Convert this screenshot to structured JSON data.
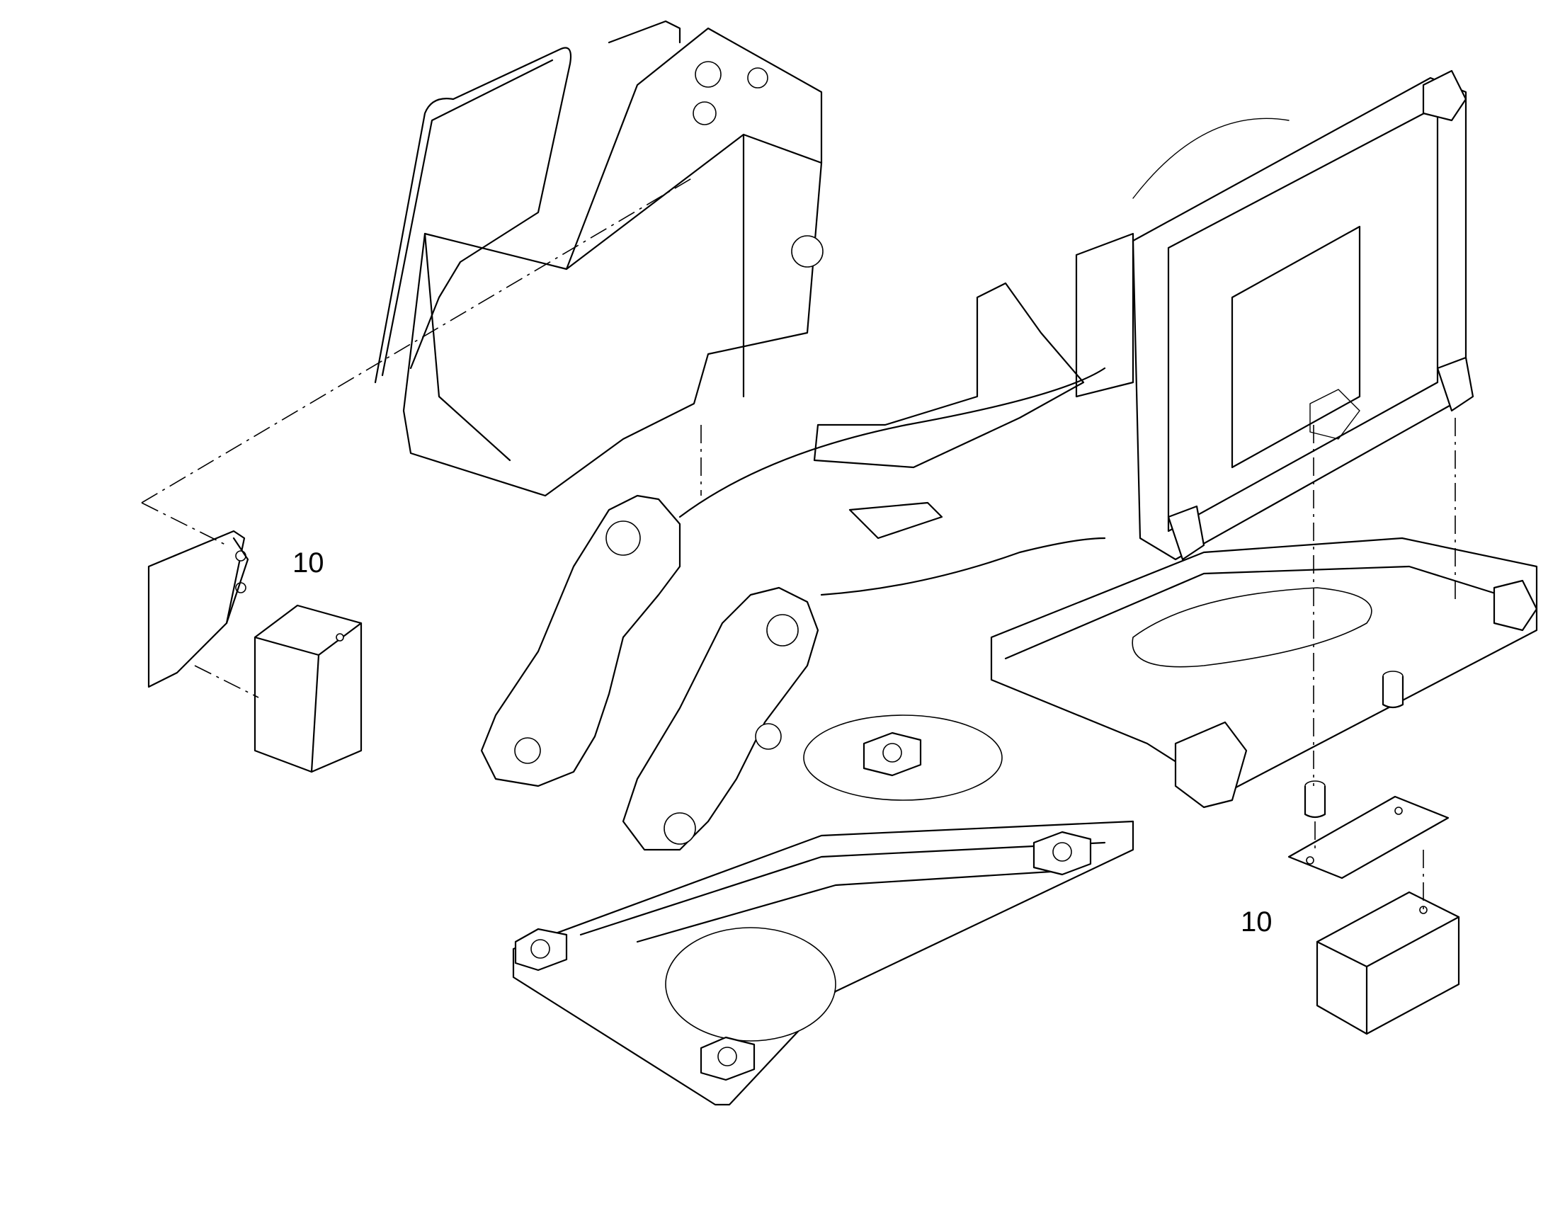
{
  "callouts": [
    {
      "id": "callout-left",
      "text": "10"
    },
    {
      "id": "callout-right",
      "text": "10"
    }
  ]
}
